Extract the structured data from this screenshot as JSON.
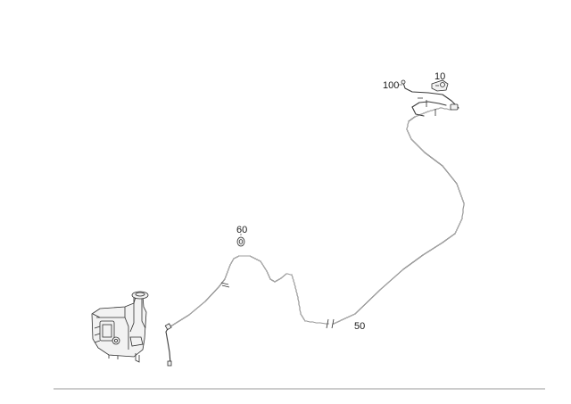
{
  "diagram": {
    "callouts": {
      "c10": "10",
      "c100": "100",
      "c60": "60",
      "c50": "50"
    }
  }
}
